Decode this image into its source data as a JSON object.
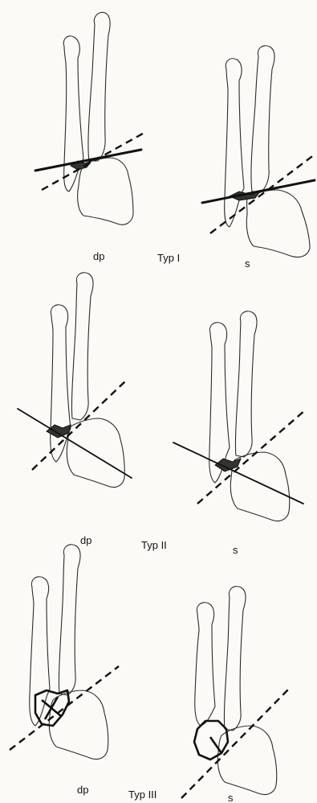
{
  "rows": [
    {
      "left_label": "dp",
      "type_label": "Typ I",
      "right_label": "s"
    },
    {
      "left_label": "dp",
      "type_label": "Typ II",
      "right_label": "s"
    },
    {
      "left_label": "dp",
      "type_label": "Typ III",
      "right_label": "s"
    }
  ]
}
